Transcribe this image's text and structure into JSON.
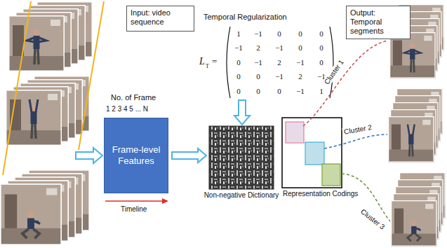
{
  "diagram": {
    "nodes": [
      {
        "text": [
          "Input: video sequence"
        ]
      },
      {
        "text": [
          "Output: Temporal segments"
        ]
      },
      {
        "text": [
          "Frame-level Features"
        ]
      },
      {
        "text": [
          "Non-negative Dictionary"
        ]
      },
      {
        "text": [
          "Representation Codings"
        ]
      }
    ],
    "edges": [
      {
        "from": 2,
        "to": 3,
        "arrow": "to"
      }
    ],
    "labels": [
      "Temporal Regularization",
      "L",
      "T",
      "=",
      "1",
      "−1",
      "0",
      "0",
      "0",
      "−1",
      "2",
      "−1",
      "0",
      "0",
      "0",
      "−1",
      "2",
      "−1",
      "0",
      "0",
      "0",
      "−1",
      "2",
      "−1",
      "0",
      "0",
      "0",
      "−1",
      "1",
      "No. of Frame",
      "1 2 3 4 5 ... N",
      "Timeline",
      "Cluster 1",
      "Cluster 2",
      "Cluster 3"
    ]
  }
}
